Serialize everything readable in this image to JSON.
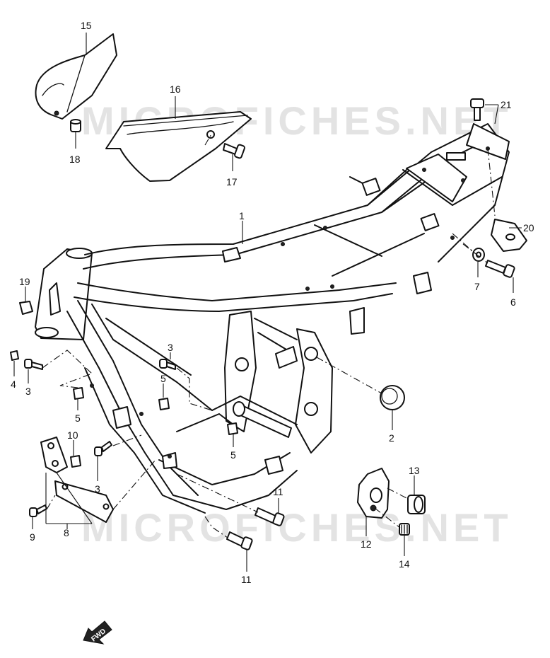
{
  "watermark": {
    "text": "MICROFICHES.NET"
  },
  "direction_marker": {
    "label": "FWD"
  },
  "callouts": {
    "c1": "1",
    "c2": "2",
    "c3a": "3",
    "c3b": "3",
    "c3c": "3",
    "c4": "4",
    "c5a": "5",
    "c5b": "5",
    "c5c": "5",
    "c6": "6",
    "c7": "7",
    "c8": "8",
    "c9": "9",
    "c10": "10",
    "c11a": "11",
    "c11b": "11",
    "c12": "12",
    "c13": "13",
    "c14": "14",
    "c15": "15",
    "c16": "16",
    "c17": "17",
    "c18": "18",
    "c19": "19",
    "c20": "20",
    "c21": "21"
  }
}
